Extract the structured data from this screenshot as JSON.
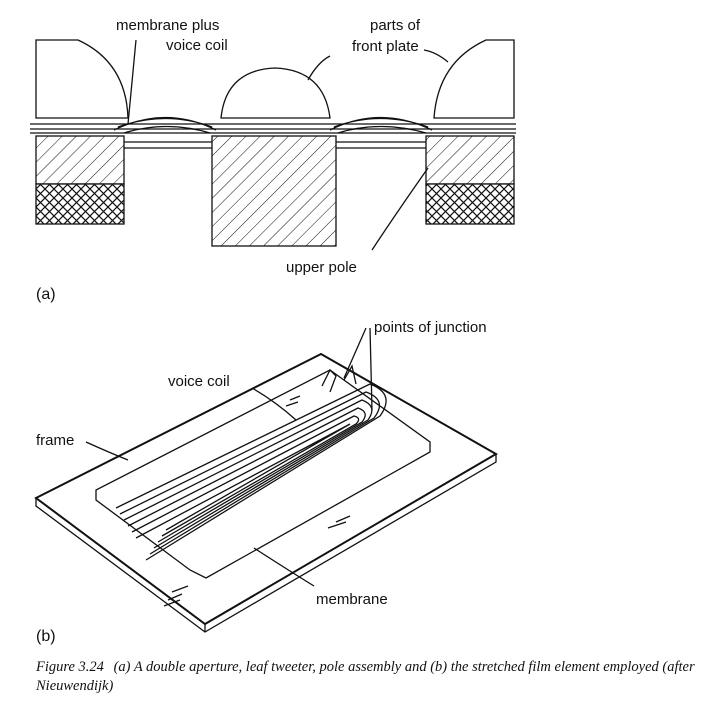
{
  "figure_a": {
    "labels": {
      "membrane_voice_coil_1": "membrane plus",
      "membrane_voice_coil_2": "voice coil",
      "front_plate_1": "parts of",
      "front_plate_2": "front plate",
      "upper_pole": "upper pole"
    },
    "panel_label": "(a)"
  },
  "figure_b": {
    "labels": {
      "points_of_junction": "points of junction",
      "voice_coil": "voice coil",
      "frame": "frame",
      "membrane": "membrane"
    },
    "panel_label": "(b)"
  },
  "caption": {
    "number": "Figure 3.24",
    "text": "(a) A double aperture, leaf tweeter, pole assembly and (b) the stretched film element employed (after Nieuwendijk)"
  }
}
